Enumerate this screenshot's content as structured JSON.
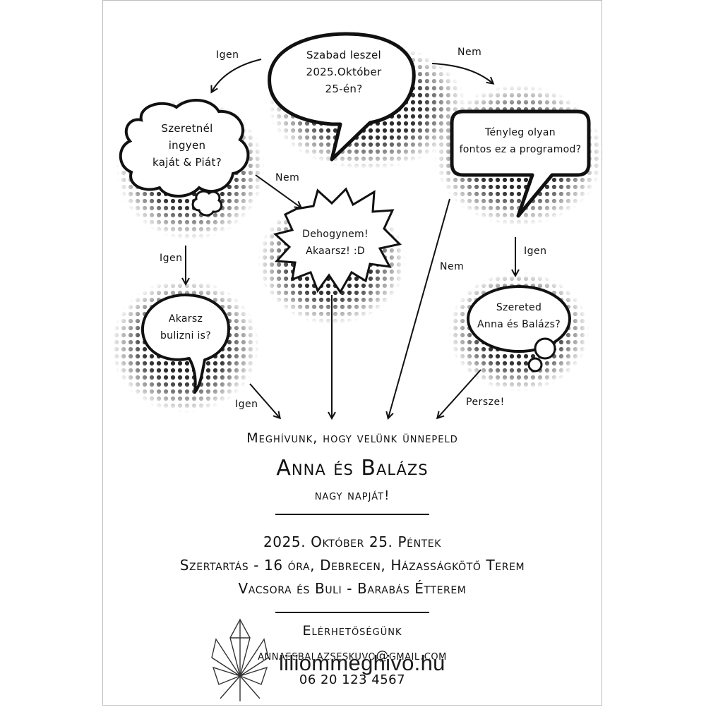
{
  "bubbles": {
    "start": [
      "Szabad leszel",
      "2025.Október",
      "25-én?"
    ],
    "food": [
      "Szeretnél",
      "ingyen",
      "kaját & Piát?"
    ],
    "important": [
      "Tényleg olyan",
      "fontos ez a programod?"
    ],
    "surely": [
      "Dehogynem!",
      "Akaarsz! :D"
    ],
    "party": [
      "Akarsz",
      "bulizni  is?"
    ],
    "love": [
      "Szereted",
      "Anna és Balázs?"
    ]
  },
  "arrows": {
    "igen_top": "Igen",
    "nem_top": "Nem",
    "nem_food": "Nem",
    "igen_food": "Igen",
    "nem_middle": "Nem",
    "igen_important": "Igen",
    "igen_party": "Igen",
    "persze": "Persze!"
  },
  "invitation": {
    "lead": "Meghívunk, hogy velünk ünnepeld",
    "names": "Anna és Balázs",
    "day": "nagy napját!"
  },
  "details": {
    "date": "2025. Október 25. Péntek",
    "ceremony": "Szertartás - 16 óra, Debrecen, Házasságkötő Terem",
    "dinner": "Vacsora és Buli - Barabás Étterem"
  },
  "contact": {
    "heading": "Elérhetőségünk",
    "email": "annaesbalazseskuvo@gmail.com",
    "phone": "06 20 123 4567"
  },
  "watermark": "liliommeghivo.hu",
  "colors": {
    "ink": "#111111",
    "border": "#bdbdbd"
  },
  "icons": {
    "logo": "crystal-lily-icon"
  }
}
